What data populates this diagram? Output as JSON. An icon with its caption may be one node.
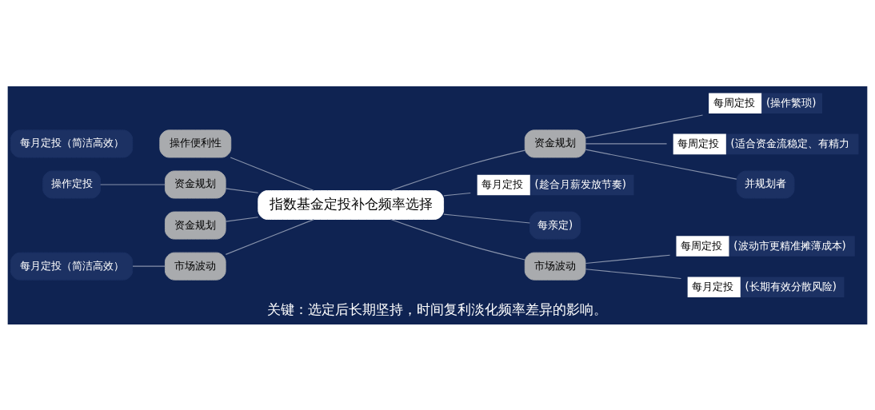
{
  "diagram": {
    "caption": "关键：选定后长期坚持，时间复利淡化频率差异的影响。",
    "nodes": [
      {
        "text": [
          "指数基金定投补仓频率选择"
        ]
      },
      {
        "text": [
          "操作便利性"
        ]
      },
      {
        "text": [
          "资金规划"
        ]
      },
      {
        "text": [
          "操作定投"
        ]
      },
      {
        "text": [
          "每月定投（简洁高效）"
        ]
      },
      {
        "text": [
          "资金规划"
        ]
      },
      {
        "text": [
          "市场波动"
        ]
      },
      {
        "text": [
          "每月定投（简洁高效）"
        ]
      },
      {
        "text": [
          "资金规划"
        ]
      },
      {
        "text": [
          "每周定投",
          "(操作繁琐)"
        ]
      },
      {
        "text": [
          "每周定投",
          "(适合资金流稳定、有精力"
        ]
      },
      {
        "text": [
          "并规划者"
        ]
      },
      {
        "text": [
          "每月定投",
          "(趁合月薪发放节奏)"
        ]
      },
      {
        "text": [
          "每亲定)"
        ]
      },
      {
        "text": [
          "市场波动"
        ]
      },
      {
        "text": [
          "每周定投",
          "(波动市更精准摊薄成本)"
        ]
      },
      {
        "text": [
          "每月定投",
          "(长期有效分散风险)"
        ]
      }
    ],
    "edges": [
      {
        "from": 0,
        "to": 1,
        "arrow": "none"
      },
      {
        "from": 0,
        "to": 2,
        "arrow": "none"
      },
      {
        "from": 2,
        "to": 3,
        "arrow": "none"
      },
      {
        "from": 0,
        "to": 5,
        "arrow": "none"
      },
      {
        "from": 0,
        "to": 6,
        "arrow": "none"
      },
      {
        "from": 6,
        "to": 7,
        "arrow": "none"
      },
      {
        "from": 0,
        "to": 8,
        "arrow": "none"
      },
      {
        "from": 8,
        "to": 9,
        "arrow": "none"
      },
      {
        "from": 8,
        "to": 10,
        "arrow": "none"
      },
      {
        "from": 8,
        "to": 11,
        "arrow": "none"
      },
      {
        "from": 0,
        "to": 12,
        "arrow": "none"
      },
      {
        "from": 0,
        "to": 13,
        "arrow": "none"
      },
      {
        "from": 0,
        "to": 14,
        "arrow": "none"
      },
      {
        "from": 14,
        "to": 15,
        "arrow": "none"
      },
      {
        "from": 14,
        "to": 16,
        "arrow": "none"
      }
    ]
  }
}
